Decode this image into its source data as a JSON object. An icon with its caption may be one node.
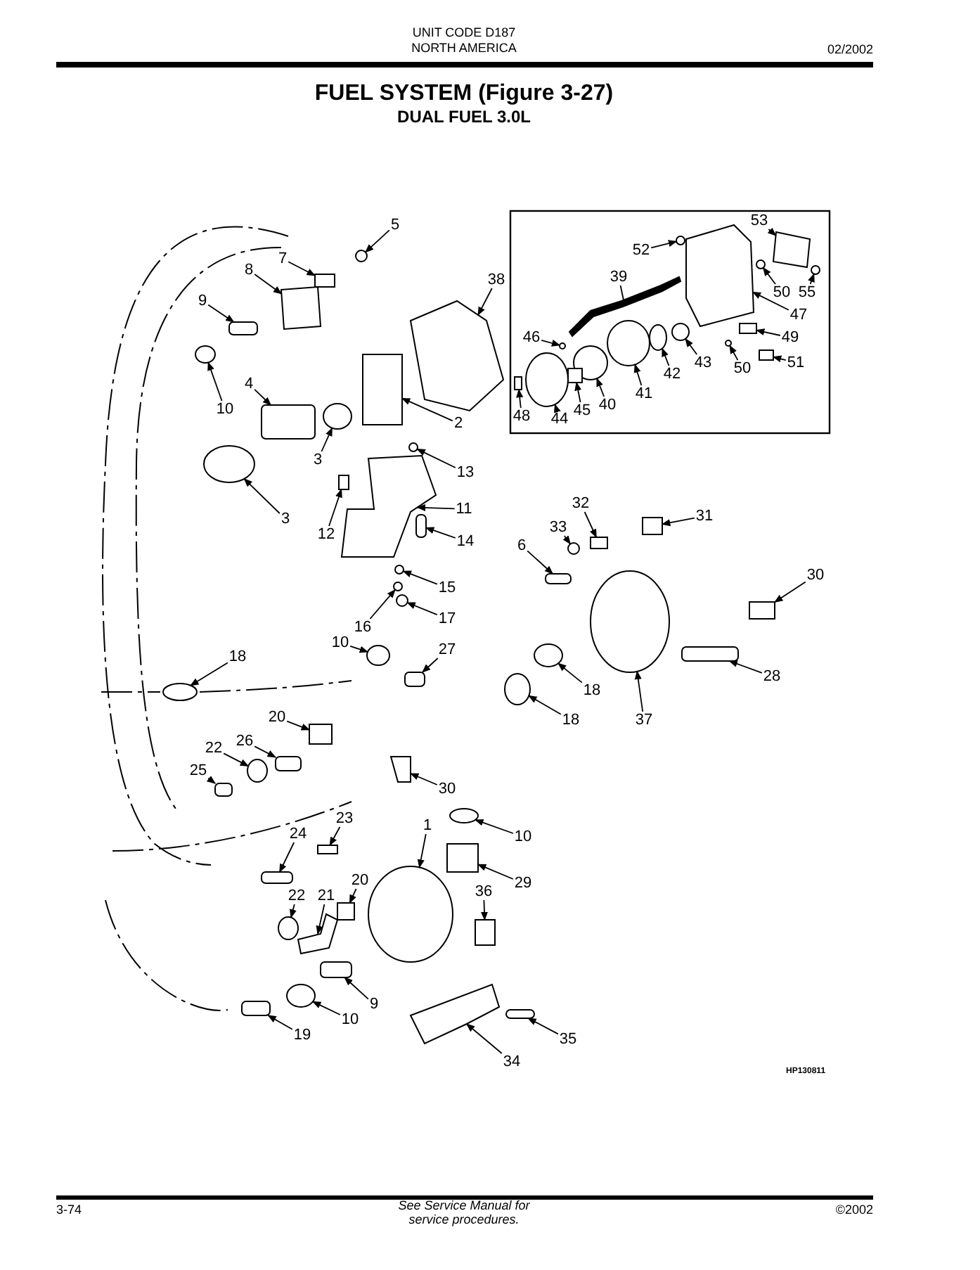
{
  "diagram": {
    "title": "FUEL SYSTEM (Figure 3-27)",
    "nodes": [
      {
        "text": [
          "5"
        ]
      },
      {
        "text": [
          "7"
        ]
      },
      {
        "text": [
          "8"
        ]
      },
      {
        "text": [
          "9"
        ]
      },
      {
        "text": [
          "38"
        ]
      },
      {
        "text": [
          "52"
        ]
      },
      {
        "text": [
          "53"
        ]
      },
      {
        "text": [
          "39"
        ]
      },
      {
        "text": [
          "50"
        ]
      },
      {
        "text": [
          "55"
        ]
      },
      {
        "text": [
          "47"
        ]
      },
      {
        "text": [
          "49"
        ]
      },
      {
        "text": [
          "51"
        ]
      },
      {
        "text": [
          "50"
        ]
      },
      {
        "text": [
          "43"
        ]
      },
      {
        "text": [
          "42"
        ]
      },
      {
        "text": [
          "41"
        ]
      },
      {
        "text": [
          "40"
        ]
      },
      {
        "text": [
          "45"
        ]
      },
      {
        "text": [
          "44"
        ]
      },
      {
        "text": [
          "46"
        ]
      },
      {
        "text": [
          "48"
        ]
      },
      {
        "text": [
          "10"
        ]
      },
      {
        "text": [
          "4"
        ]
      },
      {
        "text": [
          "3"
        ]
      },
      {
        "text": [
          "2"
        ]
      },
      {
        "text": [
          "3"
        ]
      },
      {
        "text": [
          "13"
        ]
      },
      {
        "text": [
          "12"
        ]
      },
      {
        "text": [
          "11"
        ]
      },
      {
        "text": [
          "14"
        ]
      },
      {
        "text": [
          "32"
        ]
      },
      {
        "text": [
          "33"
        ]
      },
      {
        "text": [
          "31"
        ]
      },
      {
        "text": [
          "6"
        ]
      },
      {
        "text": [
          "30"
        ]
      },
      {
        "text": [
          "15"
        ]
      },
      {
        "text": [
          "16"
        ]
      },
      {
        "text": [
          "17"
        ]
      },
      {
        "text": [
          "18"
        ]
      },
      {
        "text": [
          "10"
        ]
      },
      {
        "text": [
          "27"
        ]
      },
      {
        "text": [
          "28"
        ]
      },
      {
        "text": [
          "18"
        ]
      },
      {
        "text": [
          "37"
        ]
      },
      {
        "text": [
          "18"
        ]
      },
      {
        "text": [
          "20"
        ]
      },
      {
        "text": [
          "22"
        ]
      },
      {
        "text": [
          "26"
        ]
      },
      {
        "text": [
          "25"
        ]
      },
      {
        "text": [
          "30"
        ]
      },
      {
        "text": [
          "1"
        ]
      },
      {
        "text": [
          "10"
        ]
      },
      {
        "text": [
          "23"
        ]
      },
      {
        "text": [
          "24"
        ]
      },
      {
        "text": [
          "29"
        ]
      },
      {
        "text": [
          "36"
        ]
      },
      {
        "text": [
          "22"
        ]
      },
      {
        "text": [
          "21"
        ]
      },
      {
        "text": [
          "20"
        ]
      },
      {
        "text": [
          "9"
        ]
      },
      {
        "text": [
          "10"
        ]
      },
      {
        "text": [
          "19"
        ]
      },
      {
        "text": [
          "35"
        ]
      },
      {
        "text": [
          "34"
        ]
      },
      {
        "text": [],
        "shape": "circle"
      },
      {
        "text": [],
        "shape": "box"
      },
      {
        "text": [],
        "shape": "box"
      },
      {
        "text": [],
        "shape": "bar"
      },
      {
        "text": [],
        "shape": "box"
      },
      {
        "text": [],
        "shape": "circle"
      },
      {
        "text": [],
        "shape": "box"
      },
      {
        "text": [],
        "shape": "picture"
      },
      {
        "text": [],
        "shape": "circle"
      },
      {
        "text": [],
        "shape": "circle"
      },
      {
        "text": [],
        "shape": "box"
      },
      {
        "text": [],
        "shape": "box"
      },
      {
        "text": [],
        "shape": "box"
      },
      {
        "text": [],
        "shape": "circle"
      },
      {
        "text": [],
        "shape": "circle"
      },
      {
        "text": [],
        "shape": "circle"
      },
      {
        "text": [],
        "shape": "circle"
      },
      {
        "text": [],
        "shape": "circle"
      },
      {
        "text": [],
        "shape": "box"
      },
      {
        "text": [],
        "shape": "circle"
      },
      {
        "text": [],
        "shape": "circle"
      },
      {
        "text": [],
        "shape": "box"
      },
      {
        "text": [],
        "shape": "circle"
      },
      {
        "text": [],
        "shape": "bar"
      },
      {
        "text": [],
        "shape": "circle"
      },
      {
        "text": [],
        "shape": "box"
      },
      {
        "text": [],
        "shape": "circle"
      },
      {
        "text": [],
        "shape": "circle"
      },
      {
        "text": [],
        "shape": "box"
      },
      {
        "text": [],
        "shape": "box"
      },
      {
        "text": [],
        "shape": "bar"
      },
      {
        "text": [],
        "shape": "box"
      },
      {
        "text": [],
        "shape": "circle"
      },
      {
        "text": [],
        "shape": "box"
      },
      {
        "text": [],
        "shape": "bar"
      },
      {
        "text": [],
        "shape": "box"
      },
      {
        "text": [],
        "shape": "circle"
      },
      {
        "text": [],
        "shape": "circle"
      },
      {
        "text": [],
        "shape": "circle"
      },
      {
        "text": [],
        "shape": "circle"
      },
      {
        "text": [],
        "shape": "circle"
      },
      {
        "text": [],
        "shape": "bar"
      },
      {
        "text": [],
        "shape": "bar"
      },
      {
        "text": [],
        "shape": "circle"
      },
      {
        "text": [],
        "shape": "circle"
      },
      {
        "text": [],
        "shape": "circle"
      },
      {
        "text": [],
        "shape": "box"
      },
      {
        "text": [],
        "shape": "circle"
      },
      {
        "text": [],
        "shape": "bar"
      },
      {
        "text": [],
        "shape": "bar"
      },
      {
        "text": [],
        "shape": "box"
      },
      {
        "text": [],
        "shape": "circle"
      },
      {
        "text": [],
        "shape": "circle"
      },
      {
        "text": [],
        "shape": "box"
      },
      {
        "text": [],
        "shape": "bar"
      },
      {
        "text": [],
        "shape": "box"
      },
      {
        "text": [],
        "shape": "box"
      },
      {
        "text": [],
        "shape": "circle"
      },
      {
        "text": [],
        "shape": "box"
      },
      {
        "text": [],
        "shape": "box"
      },
      {
        "text": [],
        "shape": "bar"
      },
      {
        "text": [],
        "shape": "circle"
      },
      {
        "text": [],
        "shape": "bar"
      },
      {
        "text": [],
        "shape": "bar"
      },
      {
        "text": [],
        "shape": "box"
      }
    ],
    "edges": [
      {
        "from": 0,
        "to": 65,
        "arrow": "to"
      },
      {
        "from": 1,
        "to": 66,
        "arrow": "to"
      },
      {
        "from": 2,
        "to": 67,
        "arrow": "to"
      },
      {
        "from": 3,
        "to": 68,
        "arrow": "to"
      },
      {
        "from": 4,
        "to": 69,
        "arrow": "to"
      },
      {
        "from": 5,
        "to": 70,
        "arrow": "to"
      },
      {
        "from": 6,
        "to": 71,
        "arrow": "to"
      },
      {
        "from": 7,
        "to": 72,
        "arrow": "none"
      },
      {
        "from": 8,
        "to": 73,
        "arrow": "to"
      },
      {
        "from": 9,
        "to": 74,
        "arrow": "to"
      },
      {
        "from": 10,
        "to": 75,
        "arrow": "to"
      },
      {
        "from": 11,
        "to": 76,
        "arrow": "to"
      },
      {
        "from": 12,
        "to": 77,
        "arrow": "to"
      },
      {
        "from": 13,
        "to": 78,
        "arrow": "to"
      },
      {
        "from": 14,
        "to": 79,
        "arrow": "to"
      },
      {
        "from": 15,
        "to": 80,
        "arrow": "to"
      },
      {
        "from": 16,
        "to": 81,
        "arrow": "to"
      },
      {
        "from": 17,
        "to": 82,
        "arrow": "to"
      },
      {
        "from": 18,
        "to": 83,
        "arrow": "to"
      },
      {
        "from": 19,
        "to": 84,
        "arrow": "to"
      },
      {
        "from": 20,
        "to": 85,
        "arrow": "to"
      },
      {
        "from": 21,
        "to": 86,
        "arrow": "to"
      },
      {
        "from": 22,
        "to": 87,
        "arrow": "to"
      },
      {
        "from": 23,
        "to": 88,
        "arrow": "to"
      },
      {
        "from": 24,
        "to": 89,
        "arrow": "to"
      },
      {
        "from": 25,
        "to": 90,
        "arrow": "to"
      },
      {
        "from": 26,
        "to": 91,
        "arrow": "to"
      },
      {
        "from": 27,
        "to": 92,
        "arrow": "to"
      },
      {
        "from": 28,
        "to": 93,
        "arrow": "to"
      },
      {
        "from": 29,
        "to": 94,
        "arrow": "to"
      },
      {
        "from": 30,
        "to": 95,
        "arrow": "to"
      },
      {
        "from": 31,
        "to": 96,
        "arrow": "to"
      },
      {
        "from": 32,
        "to": 97,
        "arrow": "to"
      },
      {
        "from": 33,
        "to": 98,
        "arrow": "to"
      },
      {
        "from": 34,
        "to": 99,
        "arrow": "to"
      },
      {
        "from": 35,
        "to": 100,
        "arrow": "to"
      },
      {
        "from": 36,
        "to": 101,
        "arrow": "to"
      },
      {
        "from": 37,
        "to": 102,
        "arrow": "to"
      },
      {
        "from": 38,
        "to": 103,
        "arrow": "to"
      },
      {
        "from": 39,
        "to": 104,
        "arrow": "to"
      },
      {
        "from": 40,
        "to": 105,
        "arrow": "to"
      },
      {
        "from": 41,
        "to": 106,
        "arrow": "to"
      },
      {
        "from": 42,
        "to": 107,
        "arrow": "to"
      },
      {
        "from": 43,
        "to": 108,
        "arrow": "to"
      },
      {
        "from": 44,
        "to": 109,
        "arrow": "to"
      },
      {
        "from": 45,
        "to": 110,
        "arrow": "to"
      },
      {
        "from": 46,
        "to": 111,
        "arrow": "to"
      },
      {
        "from": 47,
        "to": 112,
        "arrow": "to"
      },
      {
        "from": 48,
        "to": 113,
        "arrow": "to"
      },
      {
        "from": 49,
        "to": 114,
        "arrow": "to"
      },
      {
        "from": 50,
        "to": 115,
        "arrow": "to"
      },
      {
        "from": 51,
        "to": 116,
        "arrow": "to"
      },
      {
        "from": 52,
        "to": 117,
        "arrow": "to"
      },
      {
        "from": 53,
        "to": 118,
        "arrow": "to"
      },
      {
        "from": 54,
        "to": 119,
        "arrow": "to"
      },
      {
        "from": 55,
        "to": 120,
        "arrow": "to"
      },
      {
        "from": 56,
        "to": 121,
        "arrow": "to"
      },
      {
        "from": 57,
        "to": 122,
        "arrow": "to"
      },
      {
        "from": 58,
        "to": 123,
        "arrow": "to"
      },
      {
        "from": 59,
        "to": 124,
        "arrow": "to"
      },
      {
        "from": 60,
        "to": 125,
        "arrow": "to"
      },
      {
        "from": 61,
        "to": 126,
        "arrow": "to"
      },
      {
        "from": 62,
        "to": 127,
        "arrow": "to"
      },
      {
        "from": 63,
        "to": 128,
        "arrow": "to"
      },
      {
        "from": 64,
        "to": 129,
        "arrow": "to"
      }
    ],
    "labels": [
      "UNIT CODE D187",
      "NORTH AMERICA",
      "02/2002",
      "DUAL FUEL 3.0L",
      "HP130811",
      "3-74",
      "See Service Manual for service procedures.",
      "©2002"
    ]
  }
}
